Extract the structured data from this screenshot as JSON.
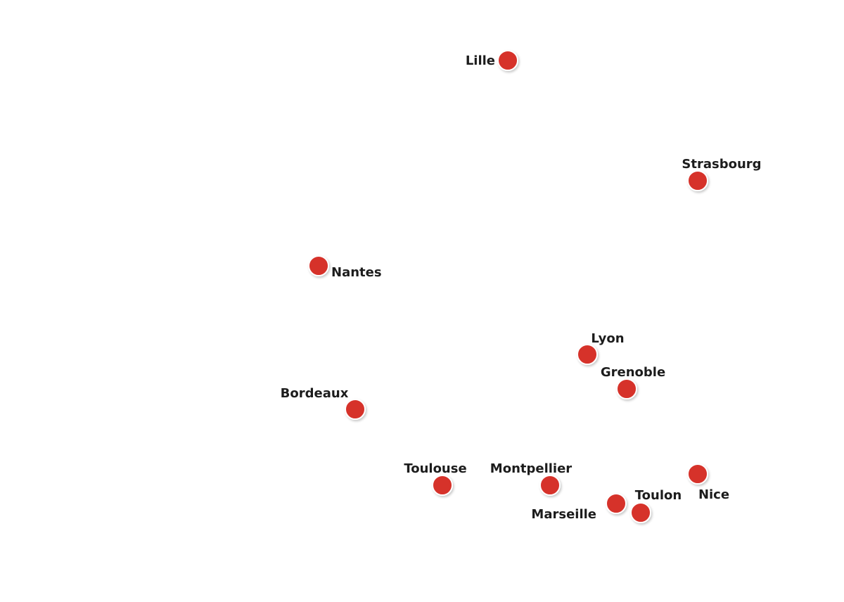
{
  "map": {
    "marker_color": "#d6302b",
    "cities": [
      {
        "name": "Lille"
      },
      {
        "name": "Strasbourg"
      },
      {
        "name": "Nantes"
      },
      {
        "name": "Lyon"
      },
      {
        "name": "Grenoble"
      },
      {
        "name": "Bordeaux"
      },
      {
        "name": "Toulouse"
      },
      {
        "name": "Montpellier"
      },
      {
        "name": "Marseille"
      },
      {
        "name": "Toulon"
      },
      {
        "name": "Nice"
      }
    ]
  }
}
